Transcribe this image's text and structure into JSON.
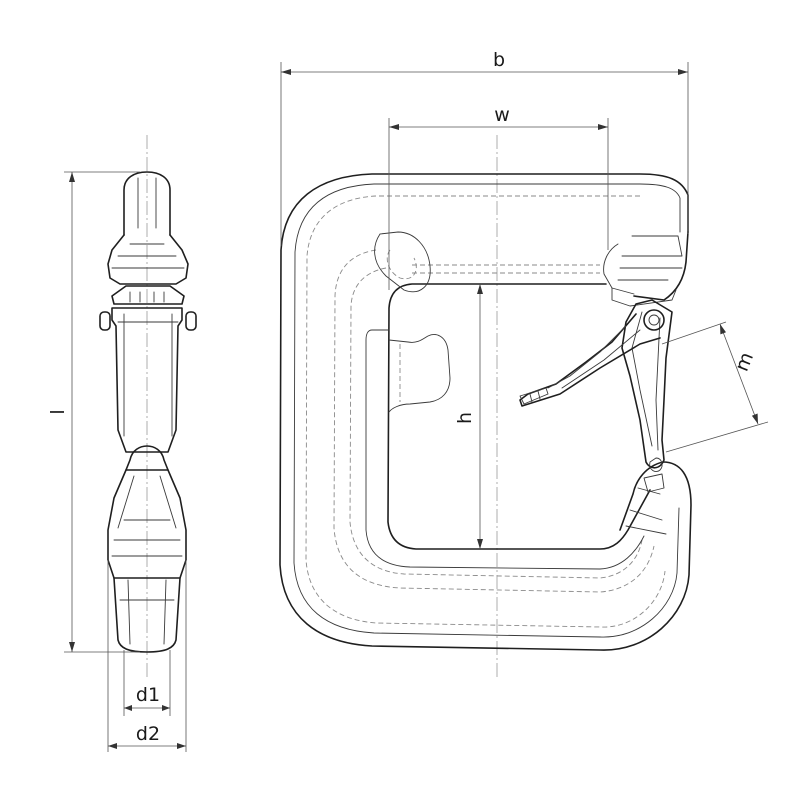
{
  "labels": {
    "overall_width": "b",
    "inner_width": "w",
    "inner_height": "h",
    "latch_clearance": "m",
    "overall_length": "l",
    "thickness_inner": "d1",
    "thickness_outer": "d2"
  }
}
